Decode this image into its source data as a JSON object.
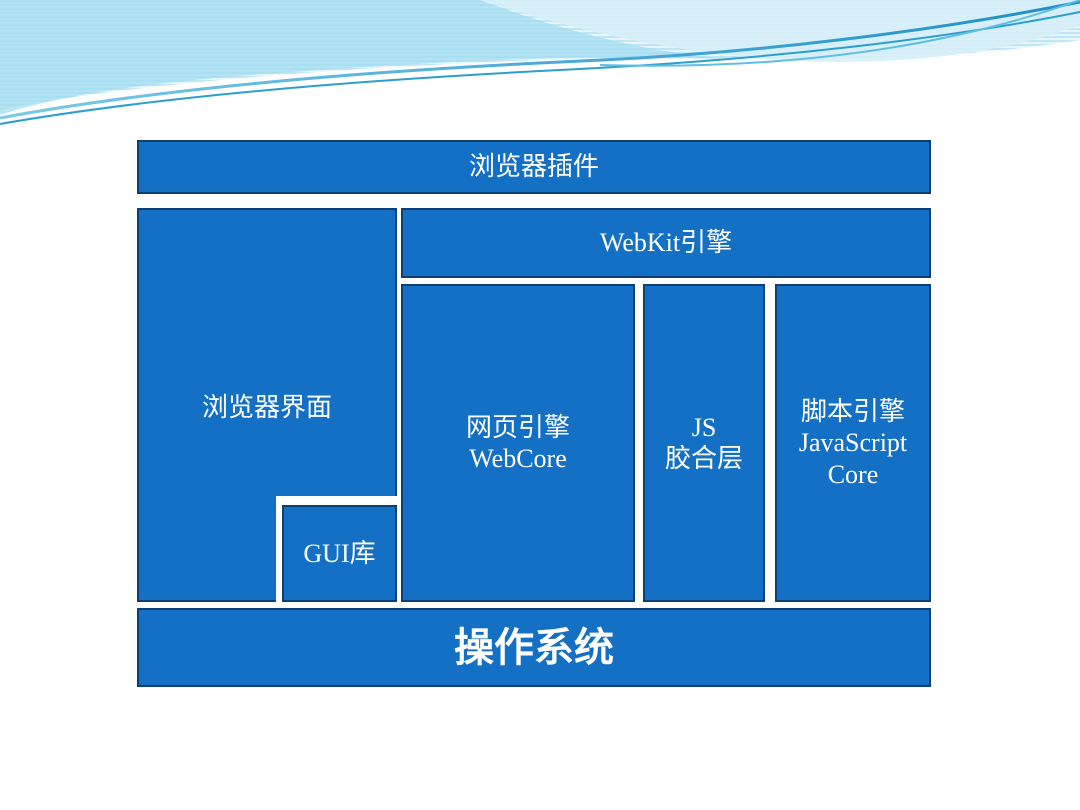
{
  "diagram": {
    "plugins": "浏览器插件",
    "browser_ui": "浏览器界面",
    "gui_lib": "GUI库",
    "webkit": "WebKit引擎",
    "webcore": "网页引擎\nWebCore",
    "js_bridge": "JS\n胶合层",
    "js_engine": "脚本引擎\nJavaScript\nCore",
    "os": "操作系统"
  },
  "colors": {
    "box_fill": "#1470c4",
    "box_border": "#0d3f73",
    "wave_light": "#8fd3ec",
    "wave_dark": "#2b9fd0"
  }
}
